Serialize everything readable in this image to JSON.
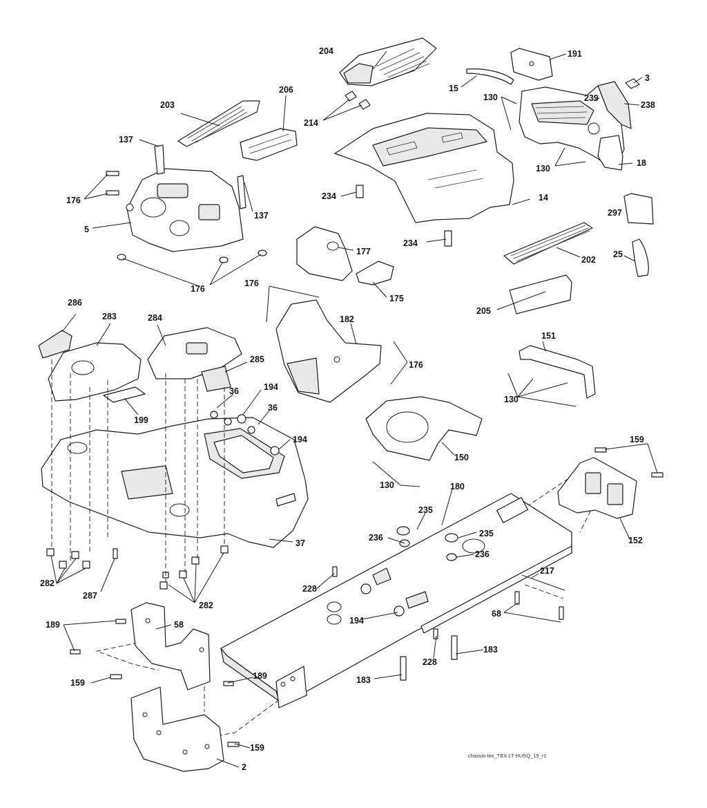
{
  "caption": "chassis-tex_TEX LT HUSQ_15_r1",
  "labels": [
    {
      "id": "l204",
      "text": "204"
    },
    {
      "id": "l191",
      "text": "191"
    },
    {
      "id": "l15",
      "text": "15"
    },
    {
      "id": "l3",
      "text": "3"
    },
    {
      "id": "l130a",
      "text": "130"
    },
    {
      "id": "l239",
      "text": "239"
    },
    {
      "id": "l238",
      "text": "238"
    },
    {
      "id": "l203",
      "text": "203"
    },
    {
      "id": "l206",
      "text": "206"
    },
    {
      "id": "l214",
      "text": "214"
    },
    {
      "id": "l137a",
      "text": "137"
    },
    {
      "id": "l130b",
      "text": "130"
    },
    {
      "id": "l18",
      "text": "18"
    },
    {
      "id": "l176a",
      "text": "176"
    },
    {
      "id": "l234a",
      "text": "234"
    },
    {
      "id": "l14",
      "text": "14"
    },
    {
      "id": "l137b",
      "text": "137"
    },
    {
      "id": "l297",
      "text": "297"
    },
    {
      "id": "l5",
      "text": "5"
    },
    {
      "id": "l177",
      "text": "177"
    },
    {
      "id": "l234b",
      "text": "234"
    },
    {
      "id": "l202",
      "text": "202"
    },
    {
      "id": "l25",
      "text": "25"
    },
    {
      "id": "l176b",
      "text": "176"
    },
    {
      "id": "l176c",
      "text": "176"
    },
    {
      "id": "l175",
      "text": "175"
    },
    {
      "id": "l205",
      "text": "205"
    },
    {
      "id": "l286",
      "text": "286"
    },
    {
      "id": "l283",
      "text": "283"
    },
    {
      "id": "l284",
      "text": "284"
    },
    {
      "id": "l182",
      "text": "182"
    },
    {
      "id": "l151",
      "text": "151"
    },
    {
      "id": "l285",
      "text": "285"
    },
    {
      "id": "l176d",
      "text": "176"
    },
    {
      "id": "l194a",
      "text": "194"
    },
    {
      "id": "l36a",
      "text": "36"
    },
    {
      "id": "l36b",
      "text": "36"
    },
    {
      "id": "l199",
      "text": "199"
    },
    {
      "id": "l130c",
      "text": "130"
    },
    {
      "id": "l194b",
      "text": "194"
    },
    {
      "id": "l159a",
      "text": "159"
    },
    {
      "id": "l150",
      "text": "150"
    },
    {
      "id": "l130d",
      "text": "130"
    },
    {
      "id": "l180",
      "text": "180"
    },
    {
      "id": "l235a",
      "text": "235"
    },
    {
      "id": "l37",
      "text": "37"
    },
    {
      "id": "l236a",
      "text": "236"
    },
    {
      "id": "l235b",
      "text": "235"
    },
    {
      "id": "l152",
      "text": "152"
    },
    {
      "id": "l236b",
      "text": "236"
    },
    {
      "id": "l217",
      "text": "217"
    },
    {
      "id": "l282a",
      "text": "282"
    },
    {
      "id": "l287",
      "text": "287"
    },
    {
      "id": "l228a",
      "text": "228"
    },
    {
      "id": "l282b",
      "text": "282"
    },
    {
      "id": "l68",
      "text": "68"
    },
    {
      "id": "l194c",
      "text": "194"
    },
    {
      "id": "l189a",
      "text": "189"
    },
    {
      "id": "l58",
      "text": "58"
    },
    {
      "id": "l228b",
      "text": "228"
    },
    {
      "id": "l183a",
      "text": "183"
    },
    {
      "id": "l189b",
      "text": "189"
    },
    {
      "id": "l159b",
      "text": "159"
    },
    {
      "id": "l183b",
      "text": "183"
    },
    {
      "id": "l159c",
      "text": "159"
    },
    {
      "id": "l2",
      "text": "2"
    }
  ]
}
